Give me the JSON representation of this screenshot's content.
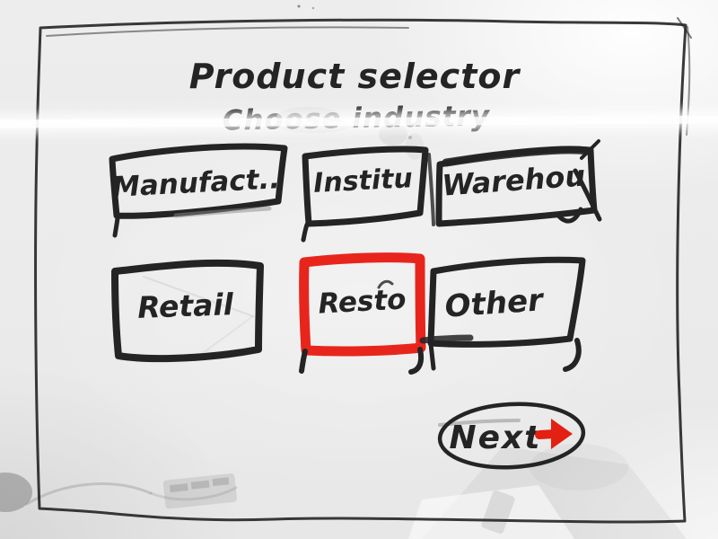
{
  "board": {
    "title": "Product selector",
    "subtitle": "Choose industry",
    "industry_options": [
      {
        "label": "Manufact..",
        "selected": false
      },
      {
        "label": "Institu",
        "selected": false
      },
      {
        "label": "Warehou",
        "selected": false
      },
      {
        "label": "Retail",
        "selected": false
      },
      {
        "label": "Resto",
        "selected": true
      },
      {
        "label": "Other",
        "selected": false
      }
    ],
    "selected_option": "Resto",
    "next_button": {
      "label": "Next",
      "icon": "arrow-right"
    },
    "colors": {
      "marker-black": "#242424",
      "selection-red": "#e8251c",
      "arrow-red": "#e32012"
    }
  }
}
